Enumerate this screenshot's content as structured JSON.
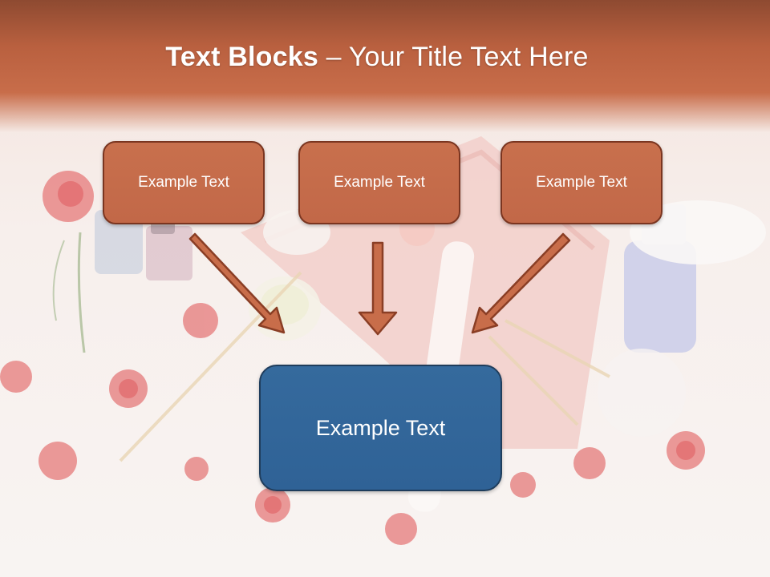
{
  "title": {
    "bold": "Text Blocks",
    "separator": " – ",
    "rest": "Your Title Text Here"
  },
  "boxes": {
    "top_left": "Example Text",
    "top_middle": "Example Text",
    "top_right": "Example Text",
    "center": "Example Text"
  },
  "colors": {
    "title_band": "#b9603f",
    "top_box_fill": "#c46a4a",
    "top_box_border": "#7a3520",
    "center_box_fill": "#33679a",
    "center_box_border": "#1f3d5c",
    "arrow_fill": "#c86d4a",
    "arrow_stroke": "#8a3e25"
  }
}
